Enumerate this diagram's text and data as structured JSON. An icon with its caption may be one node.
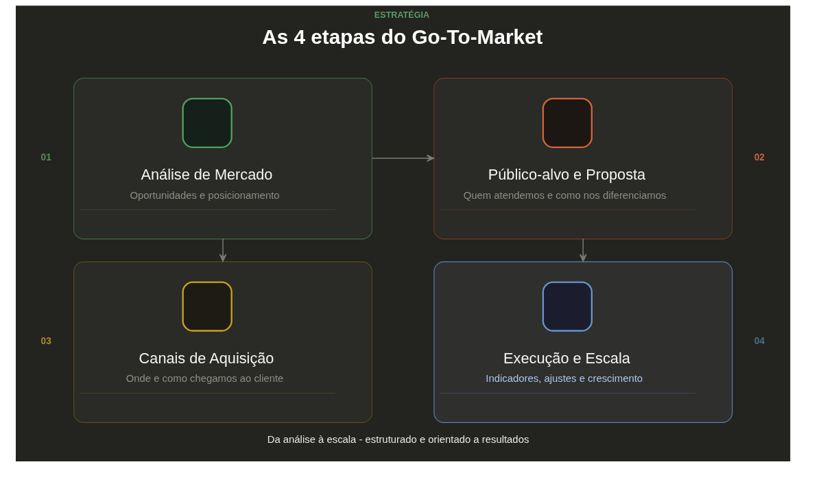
{
  "diagram": {
    "title": "As 4 etapas do Go-To-Market",
    "caption": "Da análise à escala - estruturado e orientado a resultados",
    "nodes": [
      {
        "text": [
          "Análise de Mercado",
          "Oportunidades e posicionamento"
        ],
        "beside": [
          "01"
        ]
      },
      {
        "text": [
          "Público-alvo e Proposta",
          "Quem atendemos e como nos diferenciamos"
        ],
        "beside": [
          "02"
        ]
      },
      {
        "text": [
          "Canais de Aquisição",
          "Onde e como chegamos ao cliente"
        ],
        "beside": [
          "03"
        ]
      },
      {
        "text": [
          "Execução e Escala",
          "Indicadores, ajustes e crescimento"
        ],
        "beside": [
          "04"
        ]
      }
    ],
    "edges": [
      {
        "from": 0,
        "to": 1,
        "arrow": "to"
      },
      {
        "from": 0,
        "to": 2,
        "arrow": "to"
      },
      {
        "from": 1,
        "to": 3,
        "arrow": "to"
      }
    ],
    "labels": [
      "ESTRATÉGIA"
    ]
  }
}
